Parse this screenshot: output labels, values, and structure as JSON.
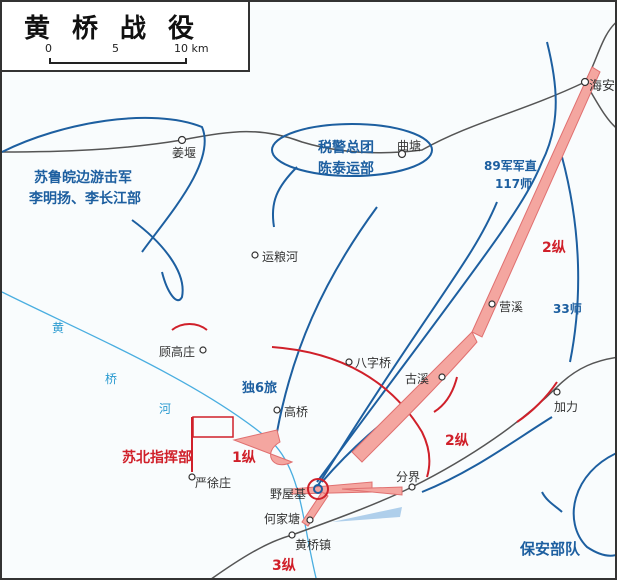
{
  "title": "黄桥战役",
  "scale": {
    "ticks": [
      "0",
      "5",
      "10 km"
    ]
  },
  "places": {
    "haian": "海安",
    "qutang": "曲塘",
    "jiangyan": "姜堰",
    "yunlianghe": "运粮河",
    "yingxi": "营溪",
    "guxi": "古溪",
    "baziqiao": "八字桥",
    "gugaozhuang": "顾高庄",
    "gaoqiao": "高桥",
    "yanxuzhuang": "严徐庄",
    "yewuji": "野屋基",
    "hejiatang": "何家塘",
    "huangqiaozhen": "黄桥镇",
    "fenjie": "分界",
    "jiali": "加力"
  },
  "river": [
    "黄",
    "桥",
    "河"
  ],
  "units_blue": {
    "sulu": [
      "苏鲁皖边游击军",
      "李明扬、李长江部"
    ],
    "shuijing": [
      "税警总团",
      "陈泰运部"
    ],
    "army89": [
      "89军军直",
      "117师"
    ],
    "div33": "33师",
    "du6": "独6旅",
    "baoan": "保安部队"
  },
  "units_red": {
    "hq": "苏北指挥部",
    "col1": "1纵",
    "col2a": "2纵",
    "col2b": "2纵",
    "col3": "3纵"
  },
  "colors": {
    "blue": "#1d5fa0",
    "red": "#d0202a",
    "pink": "#f4a6a0",
    "road": "#555555",
    "river": "#4aaee0"
  }
}
